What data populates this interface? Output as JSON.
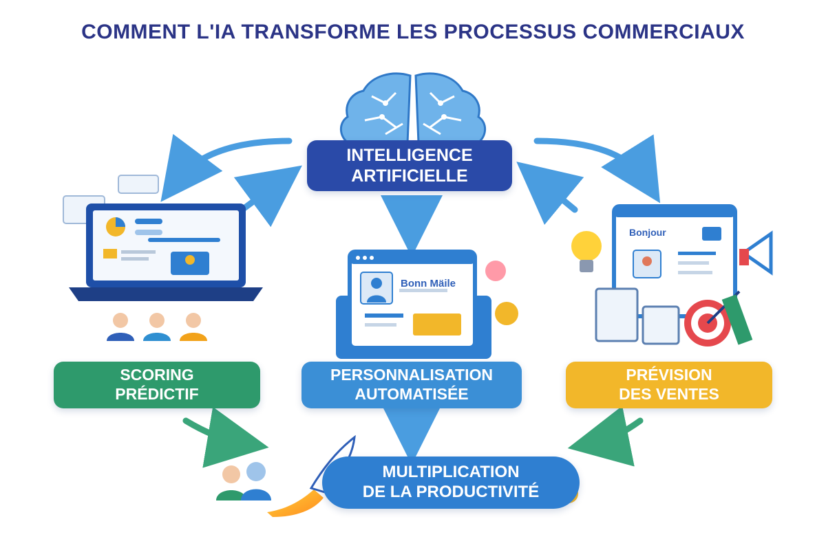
{
  "title": "COMMENT L'IA TRANSFORME LES PROCESSUS COMMERCIAUX",
  "center": {
    "line1": "INTELLIGENCE",
    "line2": "ARTIFICIELLE"
  },
  "scoring": {
    "line1": "SCORING",
    "line2": "PRÉDICTIF"
  },
  "personnalisation": {
    "line1": "PERSONNALISATION",
    "line2": "AUTOMATISÉE",
    "window_text": "Bonn Mäile"
  },
  "prevision": {
    "line1": "PRÉVISION",
    "line2": "DES VENTES",
    "window_text": "Bonjour"
  },
  "result": {
    "line1": "MULTIPLICATION",
    "line2": "DE LA PRODUCTIVITÉ"
  },
  "icons": [
    "brain-icon",
    "laptop-icon",
    "browser-window-icon",
    "lightbulb-icon",
    "megaphone-icon",
    "target-icon",
    "rocket-icon",
    "coin-icon",
    "user-icon",
    "document-icon"
  ],
  "colors": {
    "title": "#2b3486",
    "ai": "#2a4aa8",
    "scoring": "#2e9a6c",
    "perso": "#3b8fd6",
    "prevision": "#f2b72a",
    "result": "#2f7fd1",
    "arrow_blue": "#4a9de0",
    "arrow_green": "#3aa57a"
  }
}
